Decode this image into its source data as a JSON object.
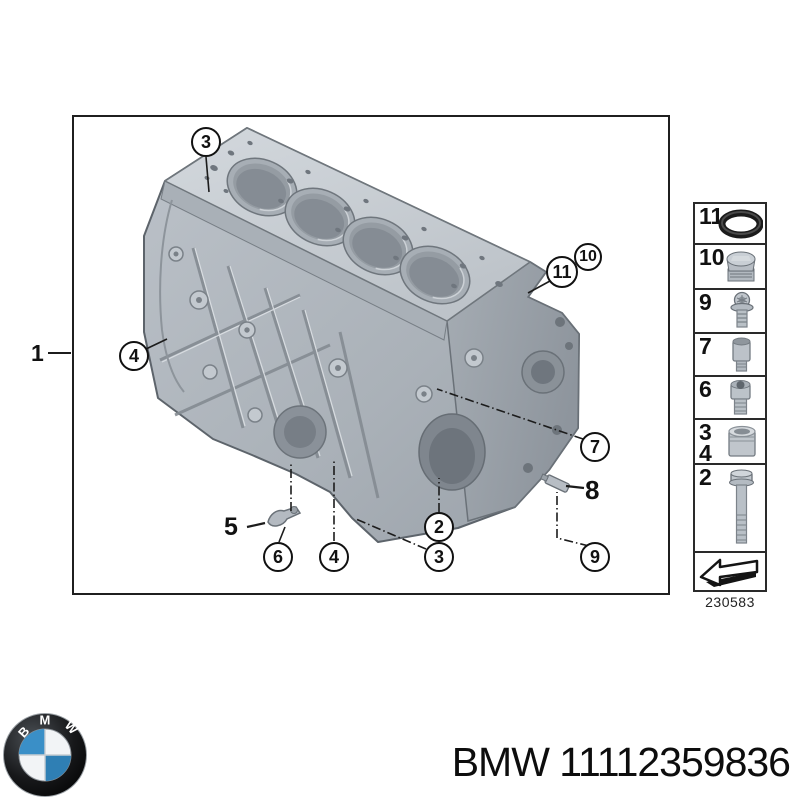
{
  "footer": {
    "full_label": "BMW 11112359836",
    "logo_letters": [
      "B",
      "M",
      "W"
    ]
  },
  "diagram": {
    "drawing_number": "230583",
    "callouts": [
      {
        "label": "1",
        "style": "plain"
      },
      {
        "label": "3",
        "style": "circle"
      },
      {
        "label": "4",
        "style": "circle"
      },
      {
        "label": "10",
        "style": "circle"
      },
      {
        "label": "11",
        "style": "circle"
      },
      {
        "label": "7",
        "style": "circle"
      },
      {
        "label": "8",
        "style": "plain"
      },
      {
        "label": "9",
        "style": "circle"
      },
      {
        "label": "2",
        "style": "circle"
      },
      {
        "label": "3",
        "style": "circle"
      },
      {
        "label": "4",
        "style": "circle"
      },
      {
        "label": "6",
        "style": "circle"
      },
      {
        "label": "5",
        "style": "plain"
      }
    ],
    "subject": "engine block with piston rings"
  },
  "legend": {
    "rows": [
      {
        "number": "11",
        "part": "o-ring-icon"
      },
      {
        "number": "10",
        "part": "screw-plug-icon"
      },
      {
        "number": "9",
        "part": "flange-bolt-icon"
      },
      {
        "number": "7",
        "part": "adapter-stud-icon"
      },
      {
        "number": "6",
        "part": "socket-head-bolt-icon"
      },
      {
        "number": "3",
        "number2": "4",
        "part": "dowel-sleeve-icon"
      },
      {
        "number": "2",
        "part": "long-bolt-icon"
      },
      {
        "part": "direction-arrow-icon"
      }
    ]
  },
  "colors": {
    "line": "#1f1f1f",
    "metal_light": "#c9cfd5",
    "metal_mid": "#b0b7be",
    "metal_dark": "#868d95",
    "bmw_blue": "#3a8fc7"
  }
}
